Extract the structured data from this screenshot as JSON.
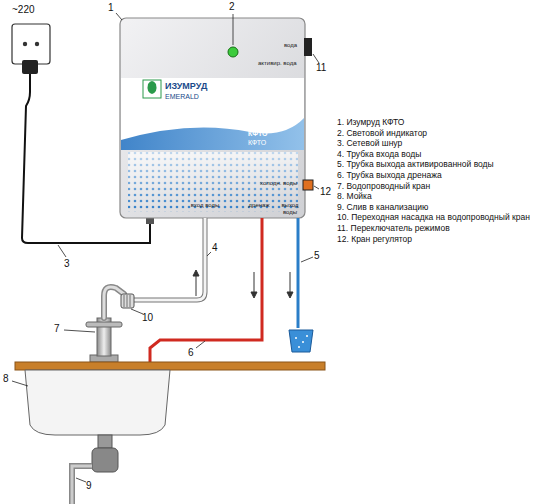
{
  "diagram": {
    "nodes": [
      {
        "text": [
          "ИЗУМРУД",
          "EMERALD",
          "КФТО",
          "КФТО",
          "вода",
          "активир. вода",
          "холодн. воды",
          "вход воды",
          "дренаж",
          "выход воды"
        ]
      }
    ],
    "labels": [
      "~220",
      "1",
      "2",
      "3",
      "4",
      "5",
      "6",
      "7",
      "8",
      "9",
      "10",
      "11",
      "12",
      "1. Изумруд КФТО",
      "2. Световой индикатор",
      "3. Сетевой шнур",
      "4. Трубка входа воды",
      "5. Трубка выхода активированной воды",
      "6. Трубка выхода дренажа",
      "7. Водопроводный кран",
      "8. Мойка",
      "9. Слив в канализацию",
      "10. Переходная насадка на водопроводный кран",
      "11. Переключатель режимов",
      "12. Кран регулятор"
    ]
  }
}
